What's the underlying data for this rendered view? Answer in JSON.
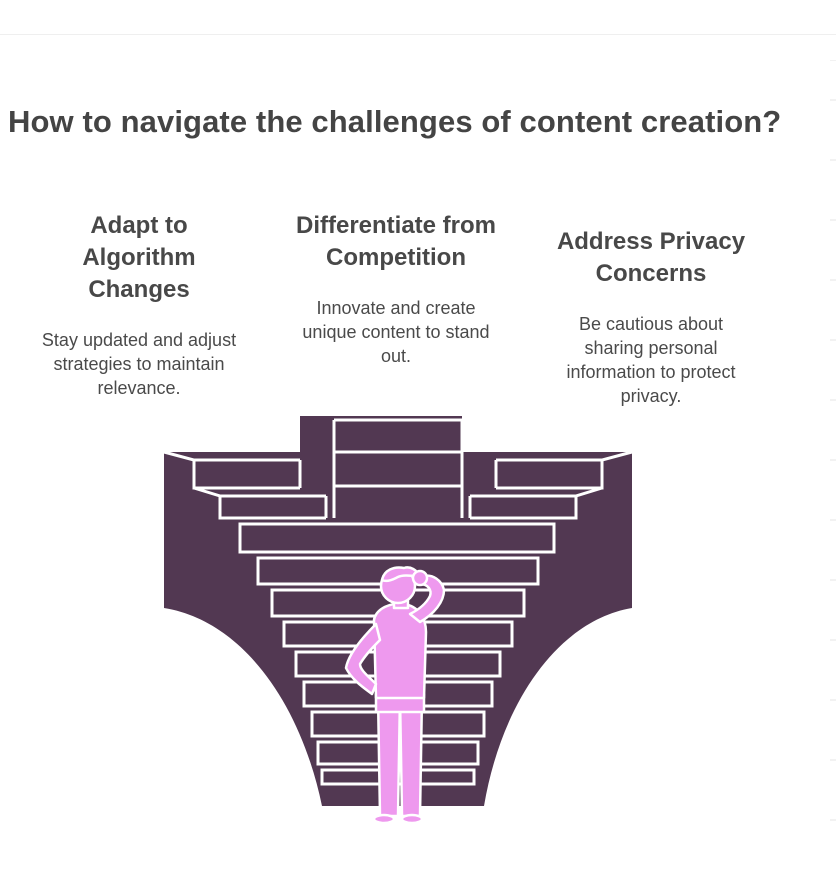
{
  "title": "How to navigate the challenges of content creation?",
  "options": [
    {
      "heading": "Adapt to Algorithm Changes",
      "heading_lines": [
        "Adapt to",
        "Algorithm",
        "Changes"
      ],
      "description": "Stay updated and adjust strategies to maintain relevance.",
      "description_lines": [
        "Stay updated and adjust",
        "strategies to maintain",
        "relevance."
      ]
    },
    {
      "heading": "Differentiate from Competition",
      "heading_lines": [
        "Differentiate from",
        "Competition"
      ],
      "description": "Innovate and create unique content to stand out.",
      "description_lines": [
        "Innovate and create",
        "unique content to stand",
        "out."
      ]
    },
    {
      "heading": "Address Privacy Concerns",
      "heading_lines": [
        "Address Privacy",
        "Concerns"
      ],
      "description": "Be cautious about sharing personal information to protect privacy.",
      "description_lines": [
        "Be cautious about",
        "sharing personal",
        "information to protect",
        "privacy."
      ]
    }
  ],
  "colors": {
    "stairs": "#523852",
    "stair_edge": "#ffffff",
    "figure": "#ee99ee",
    "text": "#444444"
  },
  "icons": [
    "three-way-staircase-icon",
    "confused-person-icon"
  ]
}
